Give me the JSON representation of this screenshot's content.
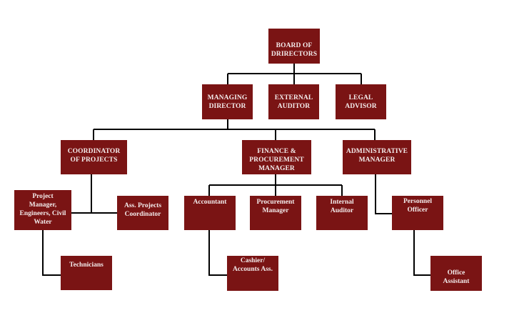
{
  "chart_data": {
    "type": "org-chart",
    "colors": {
      "box_fill": "#7a1414",
      "box_text": "#f3ecec",
      "line": "#000000",
      "background": "#ffffff"
    },
    "nodes": [
      {
        "id": "board",
        "label": "BOARD OF\nDRIRECTORS",
        "parent": null
      },
      {
        "id": "md",
        "label": "MANAGING\nDIRECTOR",
        "parent": "board"
      },
      {
        "id": "ext_auditor",
        "label": "EXTERNAL\nAUDITOR",
        "parent": "board"
      },
      {
        "id": "legal",
        "label": "LEGAL\nADVISOR",
        "parent": "board"
      },
      {
        "id": "coord",
        "label": "COORDINATOR\nOF PROJECTS",
        "parent": "md"
      },
      {
        "id": "finance",
        "label": "FINANCE  &\nPROCUREMENT\nMANAGER",
        "parent": "md"
      },
      {
        "id": "admin",
        "label": "ADMINISTRATIVE\nMANAGER",
        "parent": "md"
      },
      {
        "id": "pm",
        "label": "Project\nManager,\nEngineers, Civil\nWater",
        "parent": "coord"
      },
      {
        "id": "ass_coord",
        "label": "Ass. Projects\nCoordinator",
        "parent": "coord"
      },
      {
        "id": "technicians",
        "label": "Technicians",
        "parent": "pm"
      },
      {
        "id": "accountant",
        "label": "Accountant",
        "parent": "finance"
      },
      {
        "id": "procurement",
        "label": "Procurement\nManager",
        "parent": "finance"
      },
      {
        "id": "int_auditor",
        "label": "Internal\nAuditor",
        "parent": "finance"
      },
      {
        "id": "cashier",
        "label": "Cashier/\nAccounts  Ass.",
        "parent": "accountant"
      },
      {
        "id": "personnel",
        "label": "Personnel\nOfficer",
        "parent": "admin"
      },
      {
        "id": "office_asst",
        "label": "Office\nAssistant",
        "parent": "personnel"
      }
    ]
  }
}
